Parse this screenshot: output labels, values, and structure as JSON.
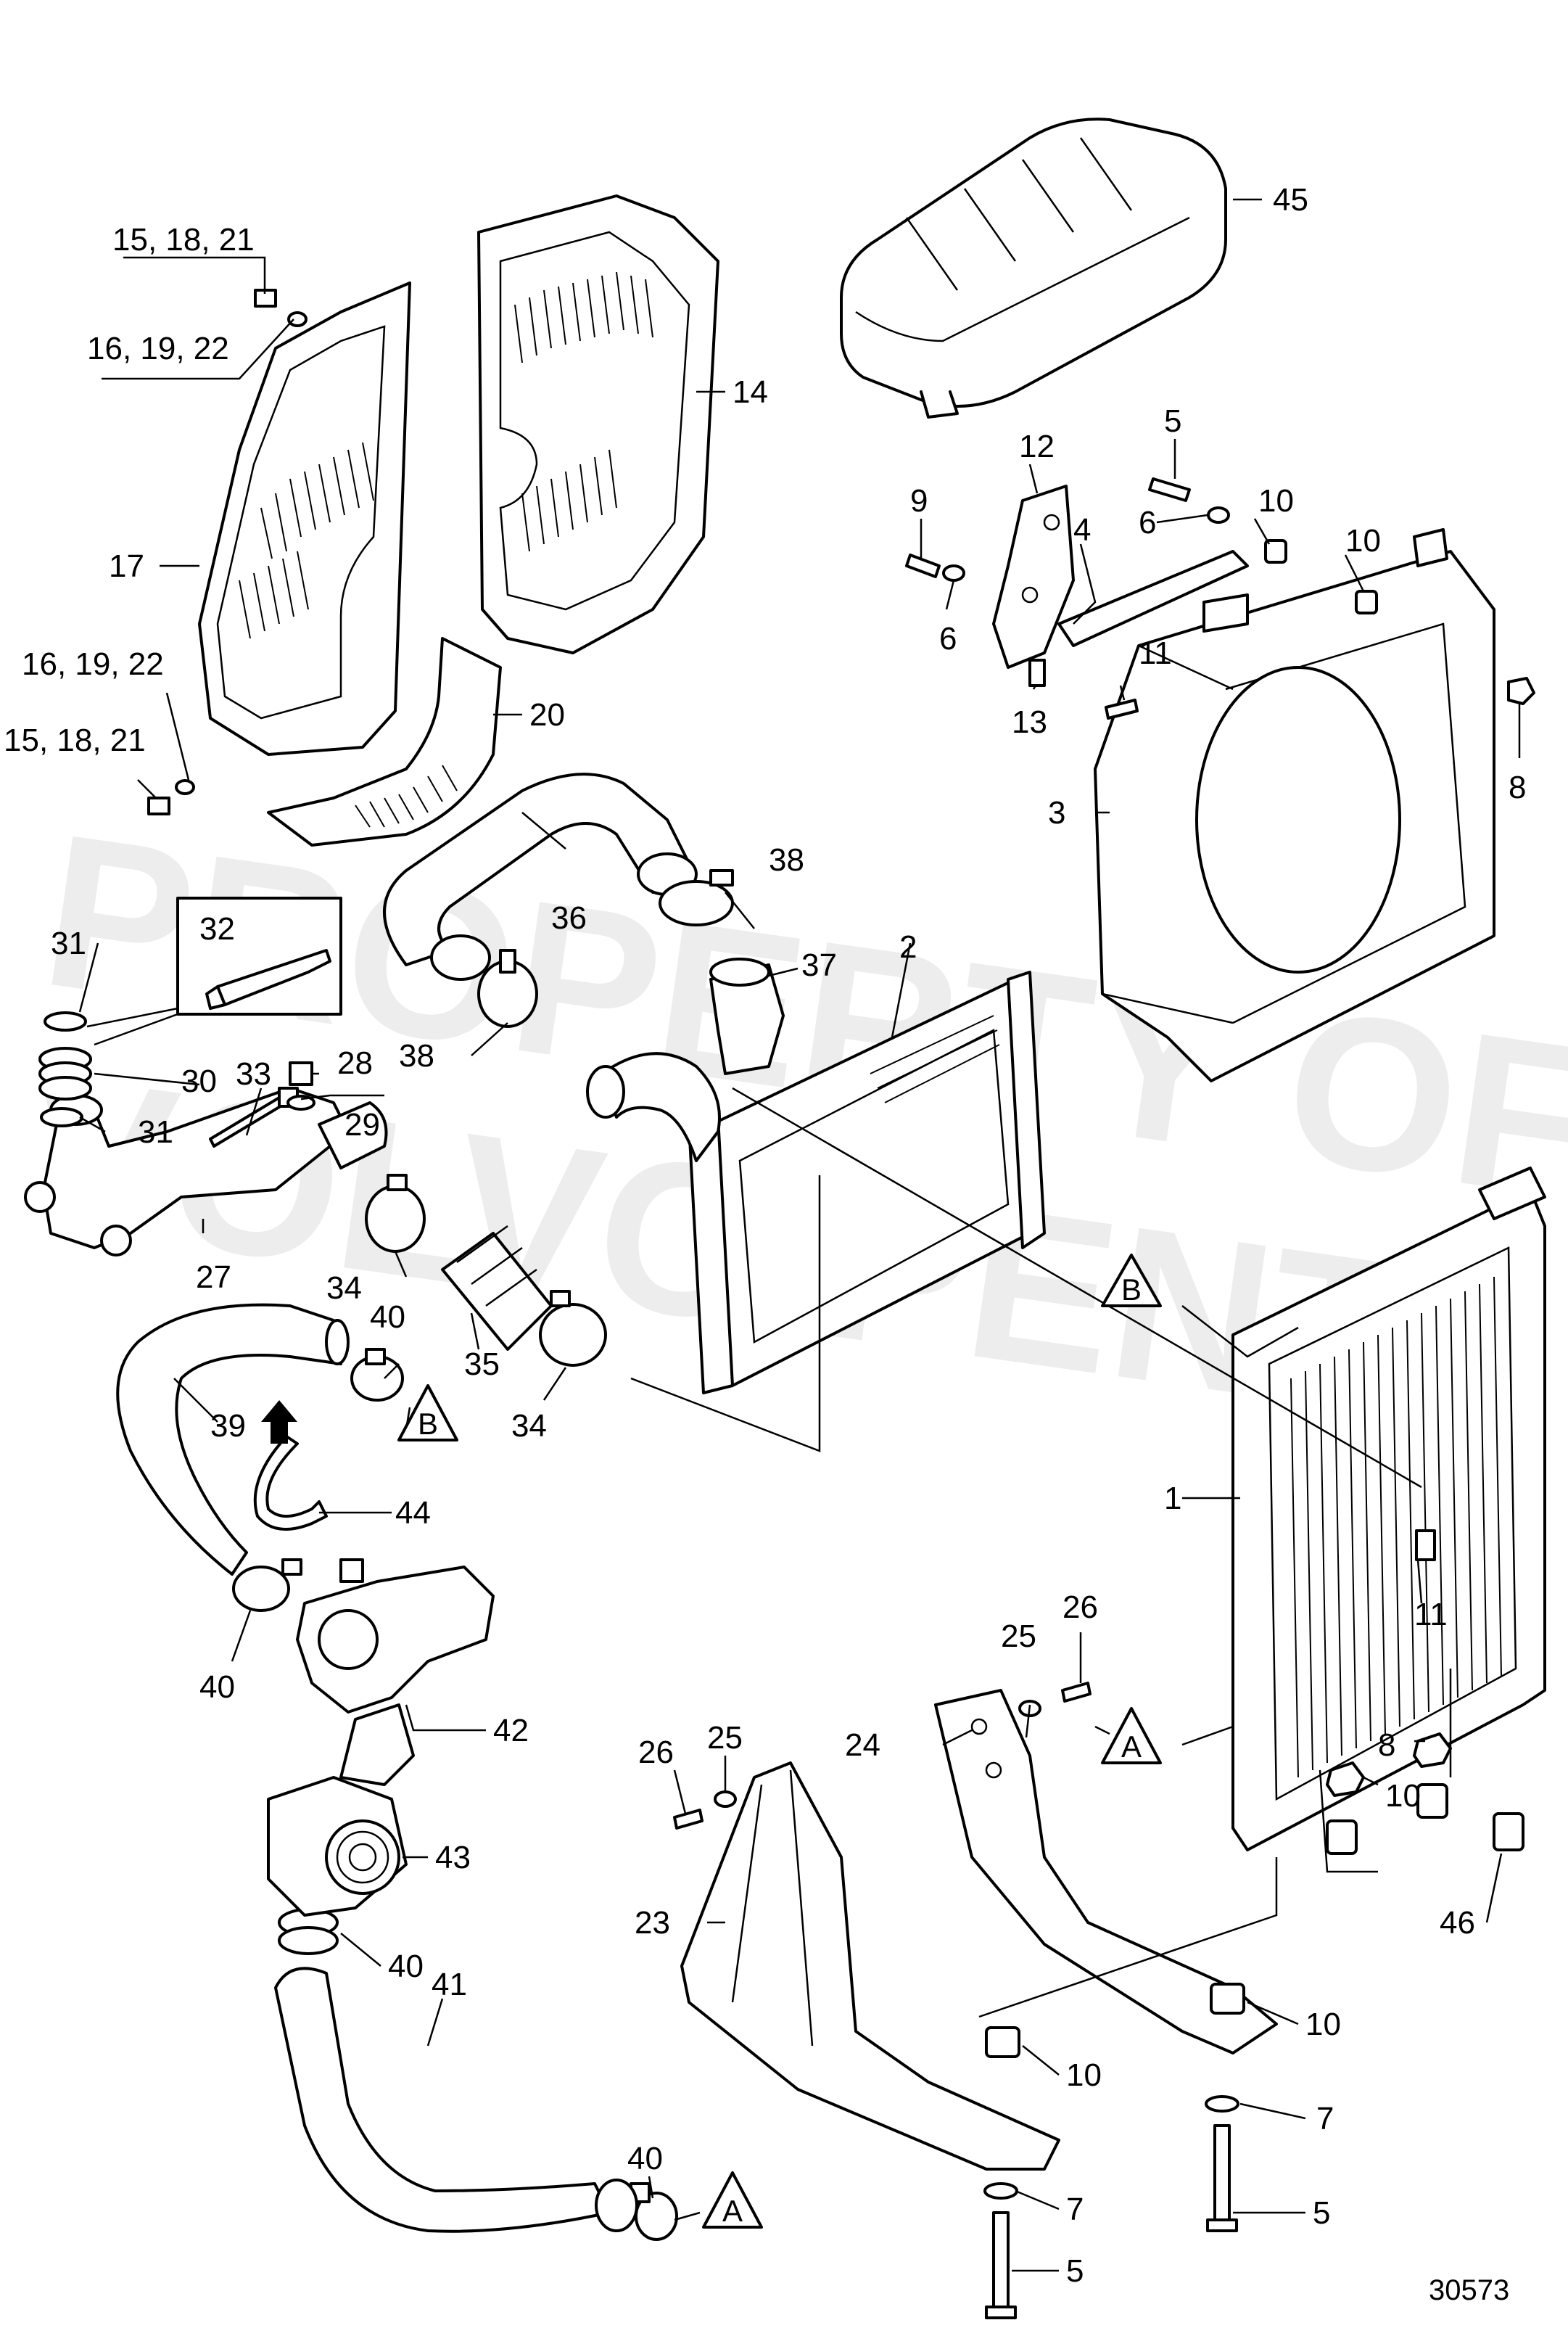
{
  "watermark": {
    "line1": "PROPERTY OF",
    "line2": "VOLVO PENTA"
  },
  "document_number": "30573",
  "callouts": {
    "c1": "1",
    "c2": "2",
    "c3": "3",
    "c4": "4",
    "c5a": "5",
    "c5b": "5",
    "c5c": "5",
    "c6a": "6",
    "c6b": "6",
    "c7a": "7",
    "c7b": "7",
    "c8a": "8",
    "c8b": "8",
    "c9": "9",
    "c10a": "10",
    "c10b": "10",
    "c10c": "10",
    "c10d": "10",
    "c10e": "10",
    "c11a": "11",
    "c11b": "11",
    "c12": "12",
    "c13": "13",
    "c14": "14",
    "c15_18_21a": "15, 18, 21",
    "c15_18_21b": "15, 18, 21",
    "c16_19_22a": "16, 19, 22",
    "c16_19_22b": "16, 19, 22",
    "c17": "17",
    "c20": "20",
    "c23": "23",
    "c24": "24",
    "c25a": "25",
    "c25b": "25",
    "c26a": "26",
    "c26b": "26",
    "c27": "27",
    "c28": "28",
    "c29": "29",
    "c30": "30",
    "c31a": "31",
    "c31b": "31",
    "c32": "32",
    "c33": "33",
    "c34a": "34",
    "c34b": "34",
    "c35": "35",
    "c36": "36",
    "c37": "37",
    "c38a": "38",
    "c38b": "38",
    "c39": "39",
    "c40a": "40",
    "c40b": "40",
    "c40c": "40",
    "c40d": "40",
    "c41": "41",
    "c42": "42",
    "c43": "43",
    "c44": "44",
    "c45": "45",
    "c46": "46"
  },
  "reference_marks": {
    "a_top": "A",
    "a_bottom": "A",
    "b_top": "B",
    "b_bottom": "B"
  }
}
